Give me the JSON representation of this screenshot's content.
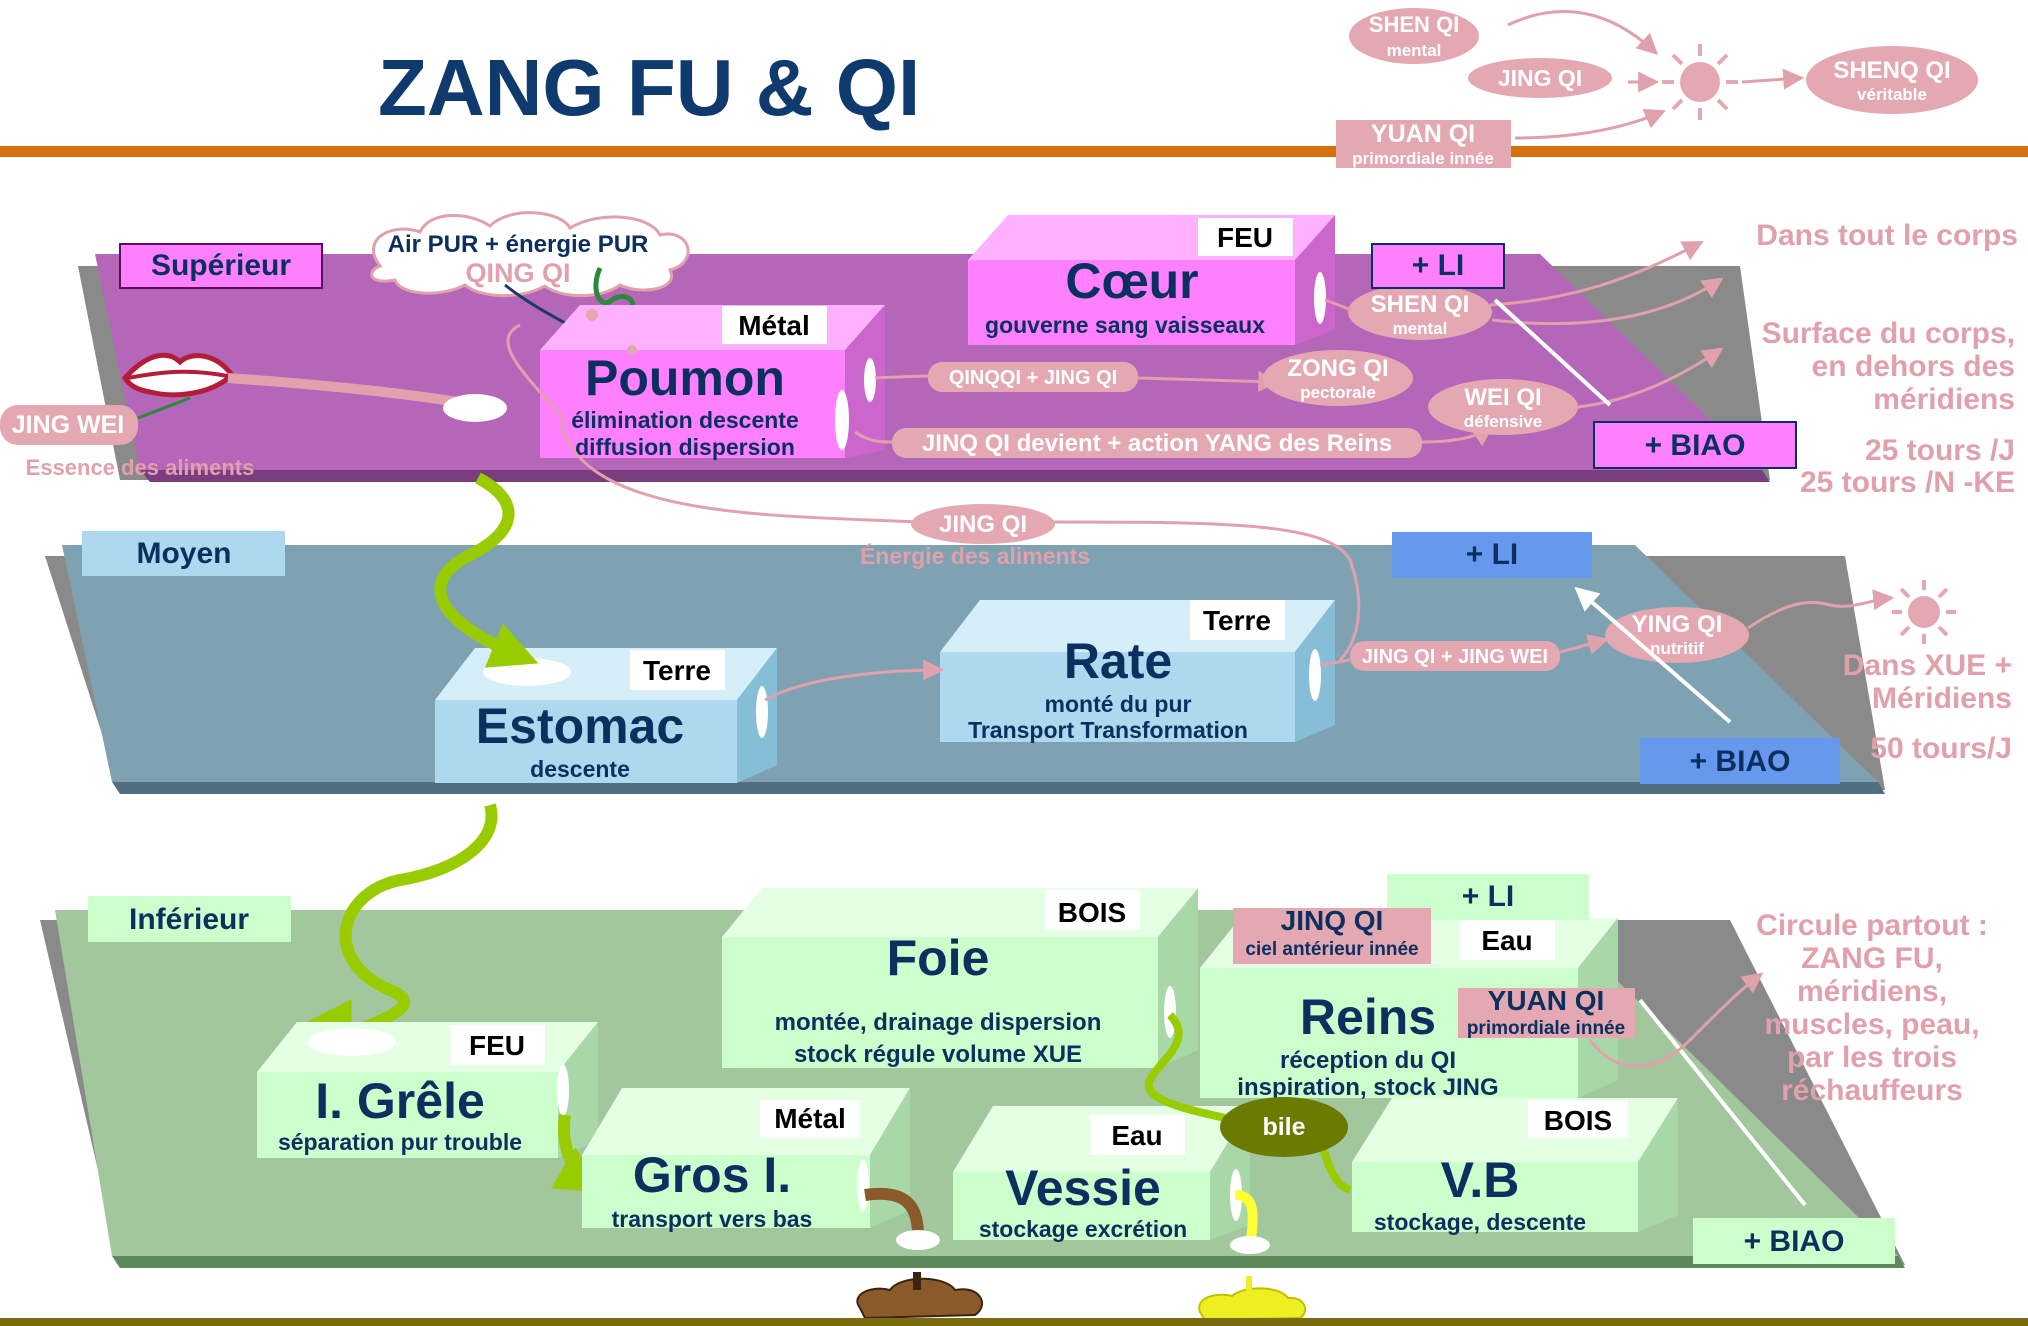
{
  "title": "ZANG FU  & QI",
  "top_legend": {
    "shen": "SHEN QI",
    "shen_sub": "mental",
    "jing": "JING QI",
    "yuan": "YUAN QI",
    "yuan_sub": "primordiale innée",
    "shenq": "SHENQ QI",
    "shenq_sub": "véritable"
  },
  "levels": {
    "superieur": "Supérieur",
    "moyen": "Moyen",
    "inferieur": "Inférieur"
  },
  "air": {
    "line1": "Air PUR + énergie PUR",
    "line2": "QING QI"
  },
  "jing_wei": {
    "label": "JING WEI",
    "sub": "Essence  des aliments"
  },
  "organs": {
    "poumon": {
      "name": "Poumon",
      "element": "Métal",
      "d1": "élimination descente",
      "d2": "diffusion dispersion"
    },
    "coeur": {
      "name": "Cœur",
      "element": "FEU",
      "d1": "gouverne sang vaisseaux"
    },
    "estomac": {
      "name": "Estomac",
      "element": "Terre",
      "d1": "descente"
    },
    "rate": {
      "name": "Rate",
      "element": "Terre",
      "d1": "monté du pur",
      "d2": "Transport Transformation"
    },
    "foie": {
      "name": "Foie",
      "element": "BOIS",
      "d1": "montée,  drainage dispersion",
      "d2": "stock régule volume XUE"
    },
    "reins": {
      "name": "Reins",
      "element": "Eau",
      "d1": "réception du QI",
      "d2": "inspiration, stock JING"
    },
    "igrele": {
      "name": "I. Grêle",
      "element": "FEU",
      "d1": "séparation pur trouble"
    },
    "grosi": {
      "name": "Gros I.",
      "element": "Métal",
      "d1": "transport vers bas"
    },
    "vessie": {
      "name": "Vessie",
      "element": "Eau",
      "d1": "stockage excrétion"
    },
    "vb": {
      "name": "V.B",
      "element": "BOIS",
      "d1": "stockage, descente"
    }
  },
  "upper_flows": {
    "shen": "SHEN QI",
    "shen_sub": "mental",
    "zong": "ZONG QI",
    "zong_sub": "pectorale",
    "wei": "WEI QI",
    "wei_sub": "défensive",
    "qinq": "QINQQI + JING QI",
    "jinq_yang": "JINQ QI devient + action YANG des Reins",
    "li": "+ LI",
    "biao": "+ BIAO"
  },
  "middle_flows": {
    "jing_qi": "JING QI",
    "jing_qi_sub": "Énergie des aliments",
    "ying": "YING QI",
    "ying_sub": "nutritif",
    "jqjw": "JING QI + JING WEI",
    "li": "+ LI",
    "biao": "+ BIAO"
  },
  "lower_flows": {
    "jinq": "JINQ QI",
    "jinq_sub": "ciel  antérieur innée",
    "yuan": "YUAN QI",
    "yuan_sub": "primordiale innée",
    "bile": "bile",
    "li": "+ LI",
    "biao": "+ BIAO"
  },
  "right_notes": {
    "corps": "Dans tout le corps",
    "surface1": "Surface du corps,",
    "surface2": "en dehors des",
    "surface3": "méridiens",
    "tours1": "25 tours /J",
    "tours2": "25 tours /N -KE",
    "xue1": "Dans XUE +",
    "xue2": "Méridiens",
    "tours3": "50 tours/J",
    "circ1": "Circule partout :",
    "circ2": "ZANG FU,",
    "circ3": "méridiens,",
    "circ4": "muscles, peau,",
    "circ5": "par les trois",
    "circ6": "réchauffeurs"
  },
  "colors": {
    "title": "#0f3a6e",
    "rule": "#d4700e",
    "pink_text": "#e0a0ac",
    "pink_fill": "#e4a8b3",
    "upper_plane": "#b466b8",
    "middle_plane": "#7fa2b3",
    "lower_plane": "#a2c79c",
    "magenta_box": "#ff80ff",
    "blue_box": "#add8ee",
    "green_box": "#ccffcc",
    "dark_text": "#0b2f5e",
    "arrow_green": "#99cc00",
    "bile": "#6b7a00"
  }
}
